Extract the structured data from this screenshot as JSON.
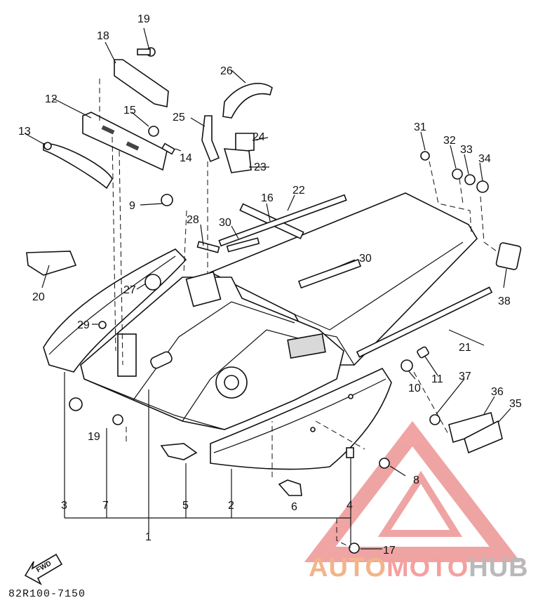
{
  "diagram_code": "82R100-7150",
  "fwd_label": "FWD",
  "watermark": {
    "part1": "AUTO",
    "part2": "MOTO",
    "part3": "HUB"
  },
  "part_numbers": {
    "n1": "1",
    "n2": "2",
    "n3": "3",
    "n4": "4",
    "n5": "5",
    "n6": "6",
    "n7": "7",
    "n8": "8",
    "n9": "9",
    "n10": "10",
    "n11": "11",
    "n12": "12",
    "n13": "13",
    "n14": "14",
    "n15": "15",
    "n16": "16",
    "n17": "17",
    "n18": "18",
    "n19a": "19",
    "n19b": "19",
    "n20": "20",
    "n21": "21",
    "n22": "22",
    "n23": "23",
    "n24": "24",
    "n25": "25",
    "n26": "26",
    "n27": "27",
    "n28": "28",
    "n29": "29",
    "n30a": "30",
    "n30b": "30",
    "n31": "31",
    "n32": "32",
    "n33": "33",
    "n34": "34",
    "n35": "35",
    "n36": "36",
    "n37": "37",
    "n38": "38"
  }
}
